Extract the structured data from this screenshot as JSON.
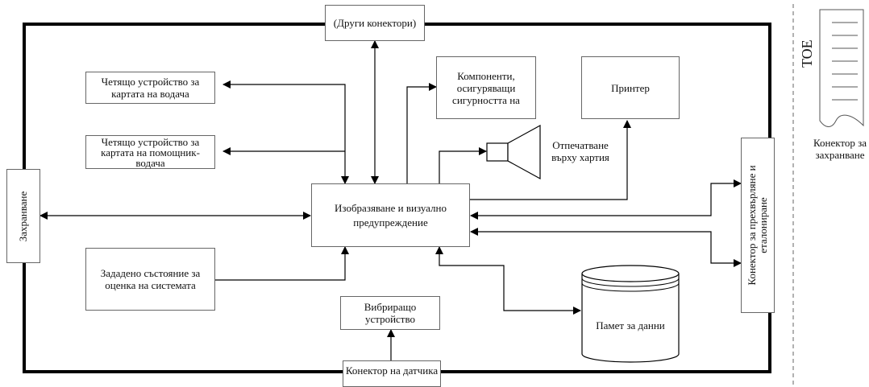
{
  "labels": {
    "other_connectors": "(Други конектори)",
    "driver_card_reader": "Четящо устройство за картата на водача",
    "codriver_card_reader": "Четящо устройство за картата на помощник-водача",
    "security_components": "Компоненти, осигуряващи сигурността на",
    "printer": "Принтер",
    "print_on_paper": "Отпечатване върху хартия",
    "display": "Изобразяване и визуално предупреждение",
    "storage": "Захранване",
    "system_state": "Зададено състояние за оценка на системата",
    "vibration_device": "Вибриращо устройство",
    "data_memory": "Памет за данни",
    "sensor_connector": "Конектор на датчика",
    "calibration_connector": "Конектор за прехвърляне и еталониране",
    "toe": "TOE",
    "storage_connector": "Конектор за захранване"
  }
}
